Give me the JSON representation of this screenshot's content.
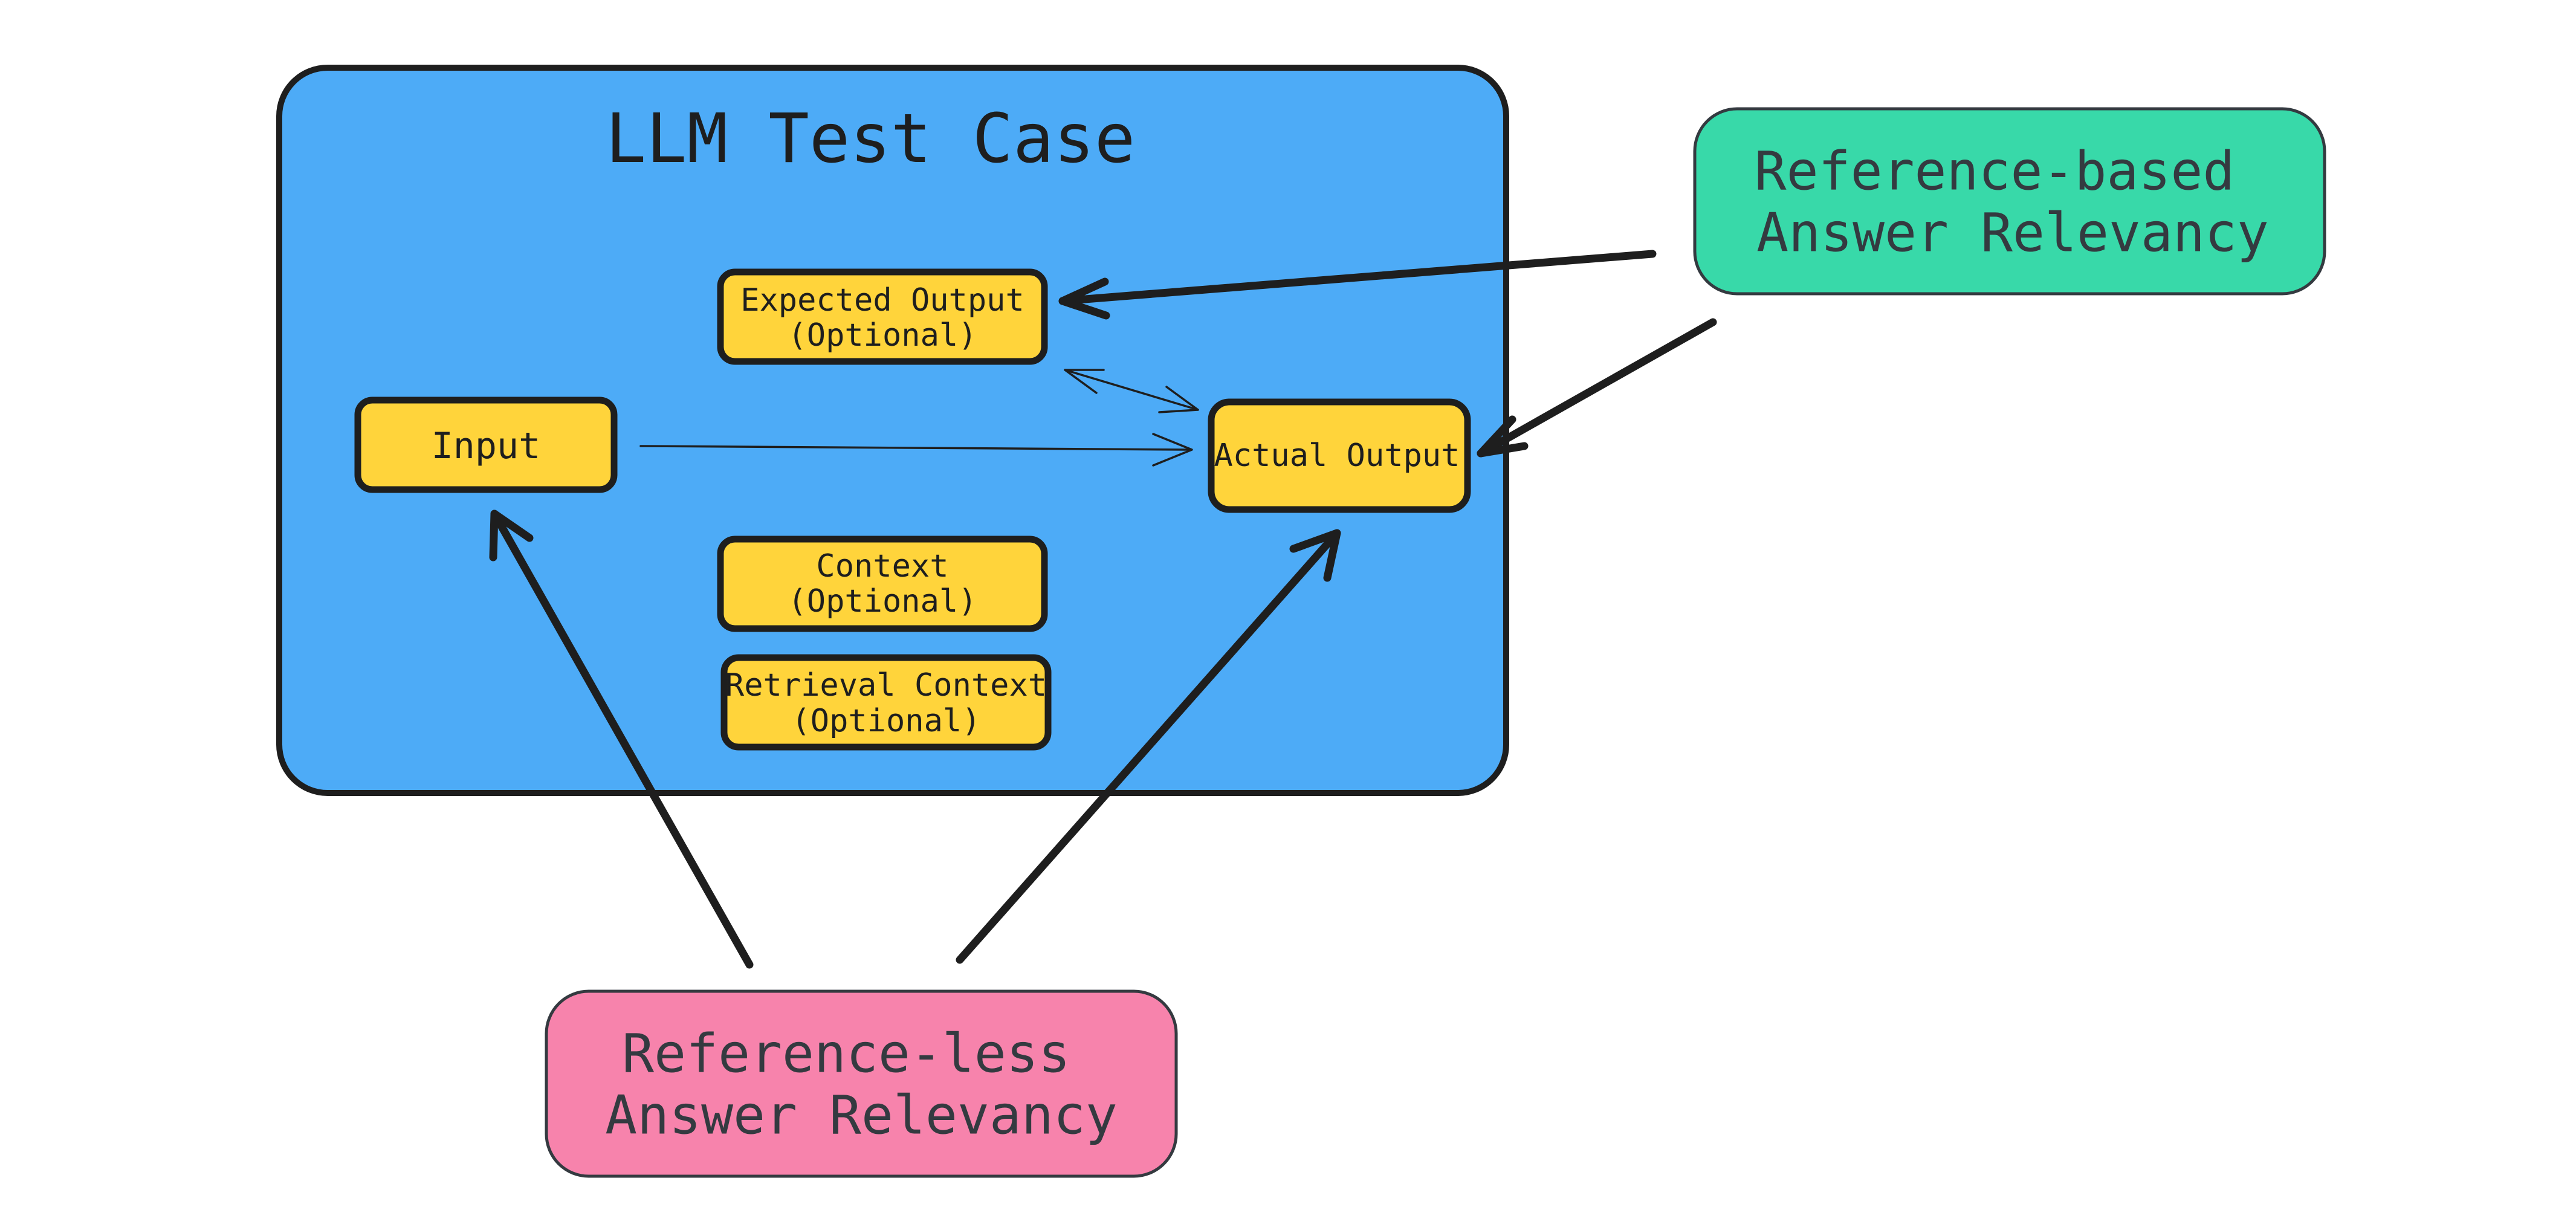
{
  "diagram": {
    "title": "LLM Test Case",
    "fields": {
      "expected_output": [
        "Expected Output",
        "(Optional)"
      ],
      "input": "Input",
      "actual_output": "Actual Output",
      "context": [
        "Context",
        "(Optional)"
      ],
      "retrieval_context": [
        "Retrieval Context",
        "(Optional)"
      ]
    },
    "metrics": {
      "reference_based": [
        "Reference-based",
        "Answer Relevancy"
      ],
      "reference_less": [
        "Reference-less",
        "Answer Relevancy"
      ]
    },
    "colors": {
      "test_case_fill": "#4dabf7",
      "field_fill": "#ffd43b",
      "reference_based_fill": "#38d9a9",
      "reference_less_fill": "#f783ac",
      "stroke": "#1e1e1e"
    }
  }
}
